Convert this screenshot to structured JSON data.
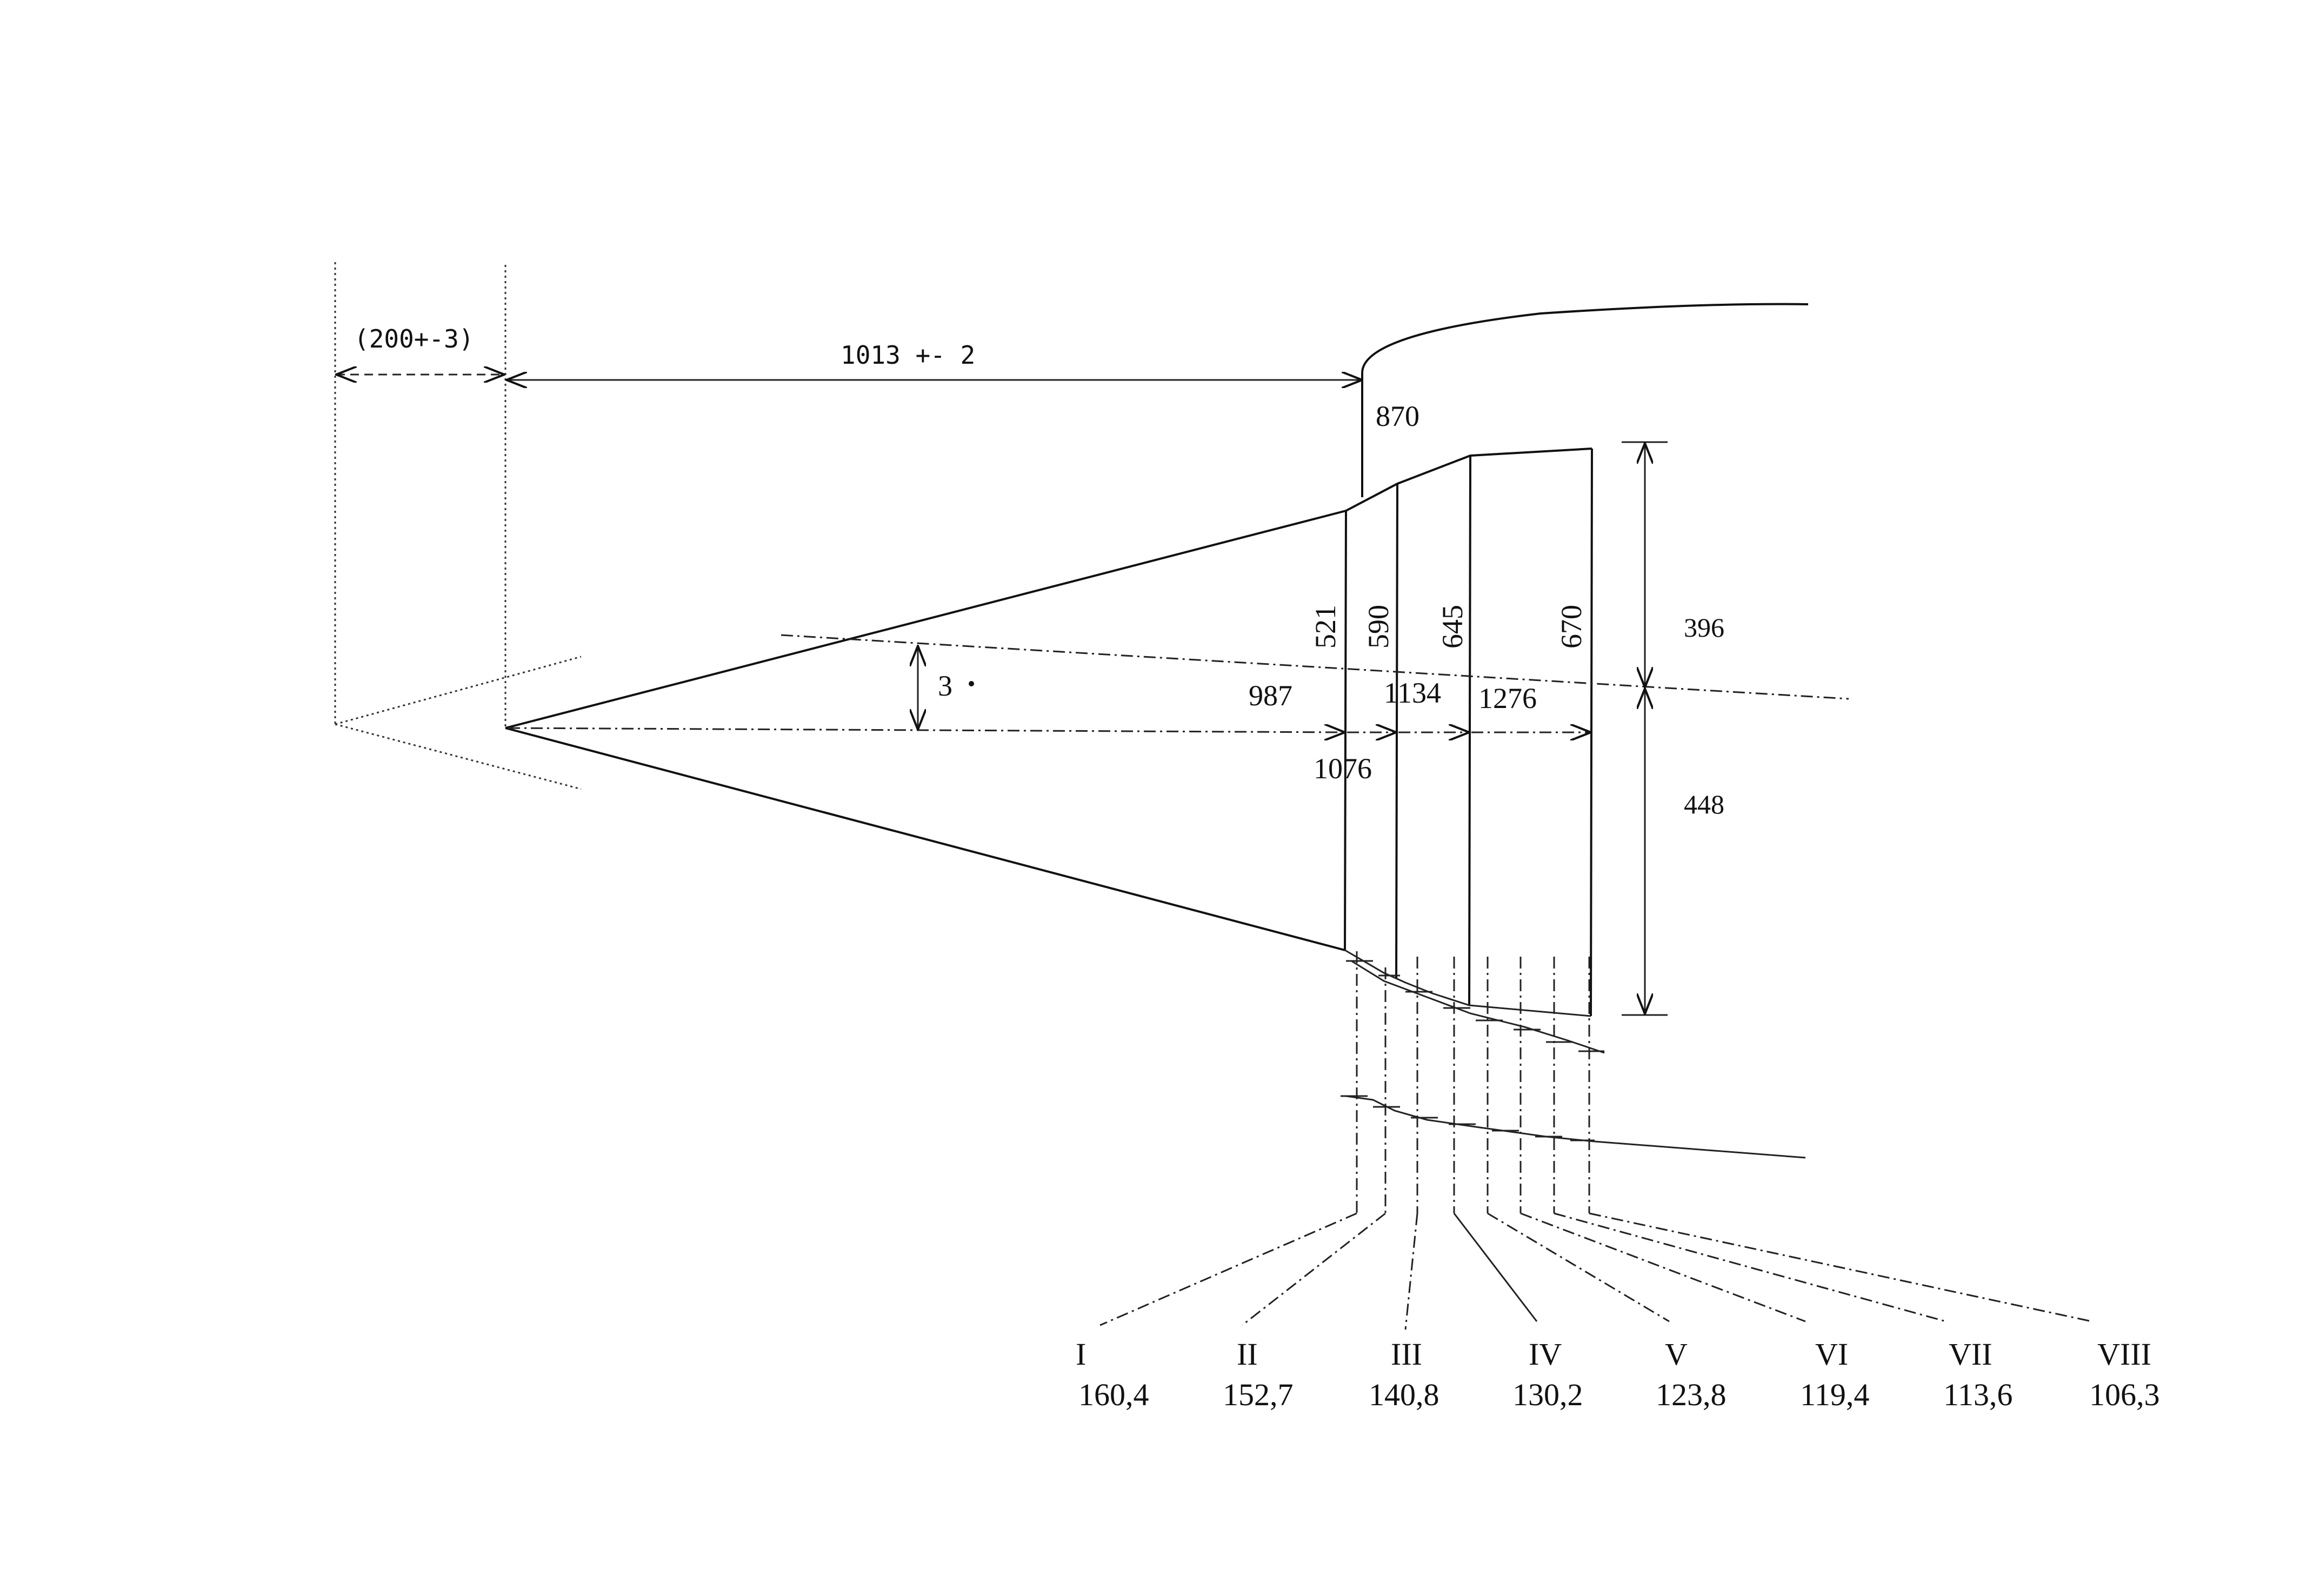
{
  "dimensions": {
    "offset_dim": "(200+-3)",
    "length_dim": "1013 +- 2",
    "top_dia": "870",
    "dia_521": "521",
    "dia_590": "590",
    "dia_645": "645",
    "dia_670": "670",
    "upper_h": "396",
    "lower_h": "448",
    "x_987": "987",
    "x_1076": "1076",
    "x_1134": "1134",
    "x_1276": "1276",
    "angle": "3"
  },
  "sections": [
    {
      "numeral": "I",
      "value": "160,4"
    },
    {
      "numeral": "II",
      "value": "152,7"
    },
    {
      "numeral": "III",
      "value": "140,8"
    },
    {
      "numeral": "IV",
      "value": "130,2"
    },
    {
      "numeral": "V",
      "value": "123,8"
    },
    {
      "numeral": "VI",
      "value": "119,4"
    },
    {
      "numeral": "VII",
      "value": "113,6"
    },
    {
      "numeral": "VIII",
      "value": "106,3"
    }
  ]
}
